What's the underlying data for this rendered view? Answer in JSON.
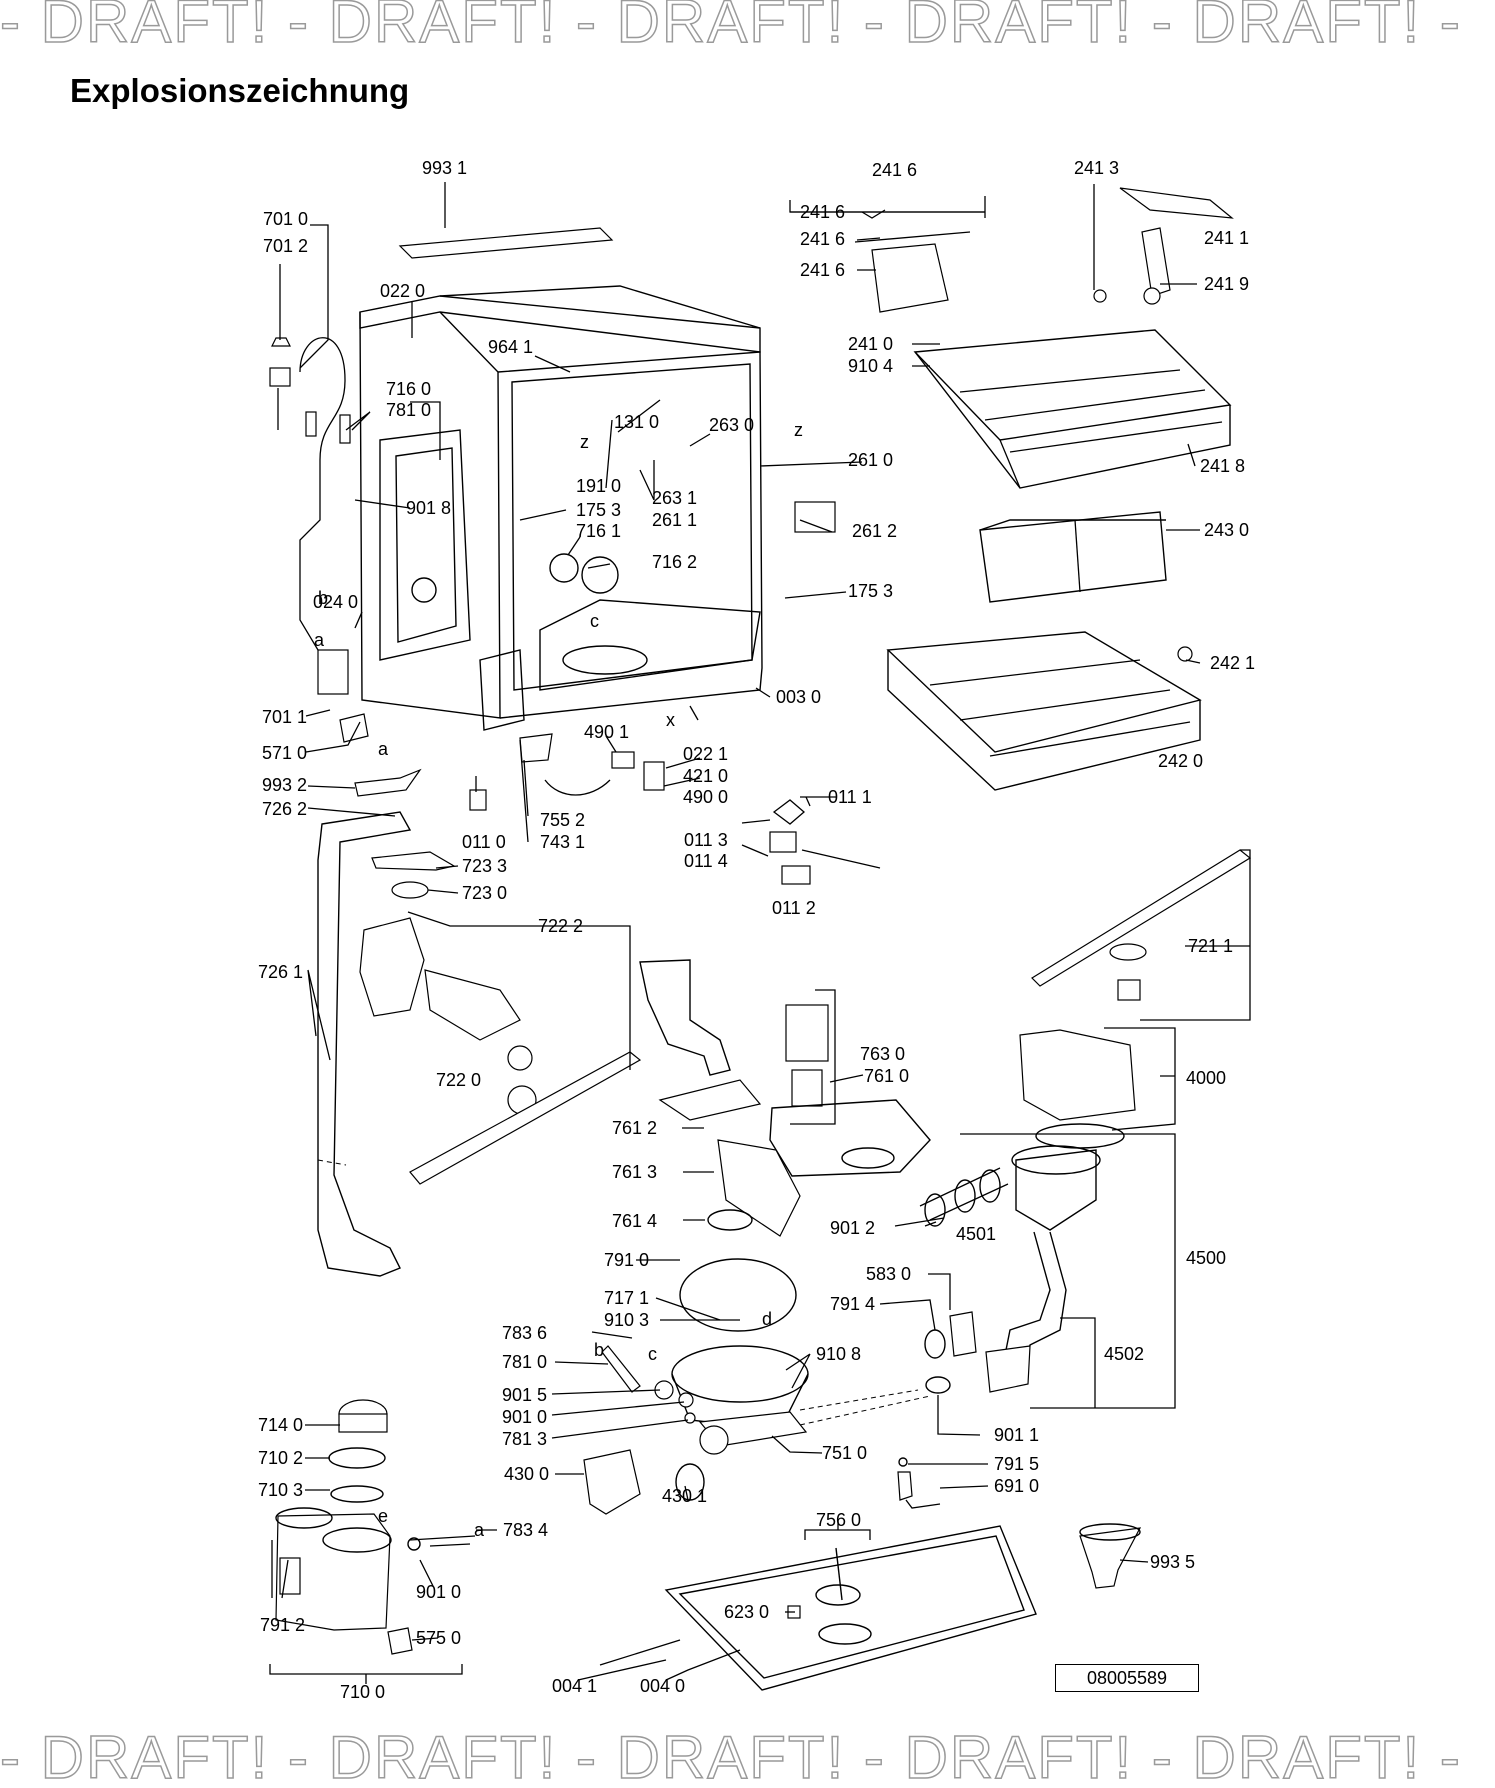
{
  "watermark": {
    "text": "- DRAFT! - DRAFT! - DRAFT! - DRAFT! - DRAFT! -"
  },
  "title": "Explosionszeichnung",
  "doc_number": "08005589",
  "letters": [
    "a",
    "b",
    "c",
    "d",
    "e",
    "x",
    "z"
  ],
  "parts": {
    "p9931": "993 1",
    "p7010": "701 0",
    "p7012": "701 2",
    "p0220": "022 0",
    "p9641": "964 1",
    "p7160": "716 0",
    "p7810": "781 0",
    "p1310": "131 0",
    "p2630": "263 0",
    "p2610": "261 0",
    "p9018": "901 8",
    "p1910": "191 0",
    "p1753a": "175 3",
    "p2631": "263 1",
    "p2611": "261 1",
    "p7161": "716 1",
    "p7162": "716 2",
    "p2612": "261 2",
    "p1753b": "175 3",
    "p0240": "024 0",
    "p0030": "003 0",
    "p7011": "701 1",
    "p5710": "571 0",
    "p4901": "490 1",
    "p0221": "022 1",
    "p4210": "421 0",
    "p4900": "490 0",
    "p9932": "993 2",
    "p7262": "726 2",
    "p0110": "011 0",
    "p7552": "755 2",
    "p7431": "743 1",
    "p0111": "011 1",
    "p0113": "011 3",
    "p0114": "011 4",
    "p0112": "011 2",
    "p2416": "241 6",
    "p2416a": "241 6",
    "p2416b": "241 6",
    "p2416c": "241 6",
    "p2413": "241 3",
    "p2411": "241 1",
    "p2419": "241 9",
    "p2410": "241 0",
    "p9104": "910 4",
    "p2418": "241 8",
    "p2430": "243 0",
    "p2421": "242 1",
    "p2420": "242 0",
    "p7233": "723 3",
    "p7230": "723 0",
    "p7222": "722 2",
    "p7261": "726 1",
    "p7220": "722 0",
    "p7211": "721 1",
    "p7630": "763 0",
    "p7610": "761 0",
    "p4000": "4000",
    "p7612": "761 2",
    "p7613": "761 3",
    "p7614": "761 4",
    "p9012": "901 2",
    "p4501": "4501",
    "p4500": "4500",
    "p7910": "791 0",
    "p5830": "583 0",
    "p7171": "717 1",
    "p7914": "791 4",
    "p9103": "910 3",
    "p7836": "783 6",
    "p9108": "910 8",
    "p7810b": "781 0",
    "p4502": "4502",
    "p9015": "901 5",
    "p9010": "901 0",
    "p7813": "781 3",
    "p7140": "714 0",
    "p9011": "901 1",
    "p7102": "710 2",
    "p7510": "751 0",
    "p7915": "791 5",
    "p4300": "430 0",
    "p4301": "430 1",
    "p6910": "691 0",
    "p7103": "710 3",
    "p7834": "783 4",
    "p7560": "756 0",
    "p9010b": "901 0",
    "p9935": "993 5",
    "p6230": "623 0",
    "p7912": "791 2",
    "p5750": "575 0",
    "p7100": "710 0",
    "p0041": "004 1",
    "p0040": "004 0"
  }
}
